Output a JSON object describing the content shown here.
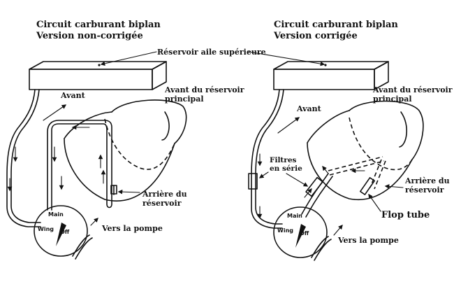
{
  "left": {
    "title_line1": "Circuit carburant biplan",
    "title_line2": "Version non-corrigée",
    "upper_tank": "Réservoir aile supérieure",
    "forward": "Avant",
    "main_tank_front_1": "Avant du réservoir",
    "main_tank_front_2": "principal",
    "tank_rear_1": "Arrière du",
    "tank_rear_2": "réservoir",
    "to_pump": "Vers la pompe"
  },
  "right": {
    "title_line1": "Circuit carburant biplan",
    "title_line2": "Version corrigée",
    "forward": "Avant",
    "main_tank_front_1": "Avant du réservoir",
    "main_tank_front_2": "principal",
    "filters_1": "Filtres",
    "filters_2": "en série",
    "tank_rear_1": "Arrière du",
    "tank_rear_2": "réservoir",
    "flop_tube": "Flop tube",
    "to_pump": "Vers la pompe"
  },
  "valve": {
    "main": "Main",
    "wing": "Wing",
    "off": "Off"
  }
}
